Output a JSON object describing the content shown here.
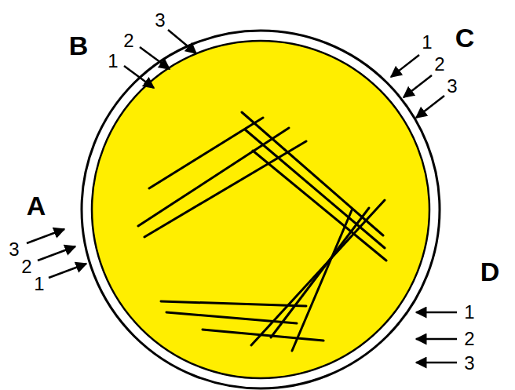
{
  "diagram": {
    "labels": [
      "B",
      "1",
      "2",
      "3",
      "C",
      "1",
      "2",
      "3",
      "A",
      "3",
      "2",
      "1",
      "D",
      "1",
      "2",
      "3"
    ]
  }
}
